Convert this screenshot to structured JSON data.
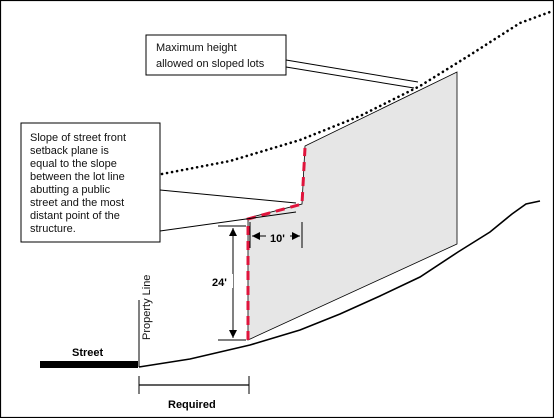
{
  "labels": {
    "max_height_line1": "Maximum height",
    "max_height_line2": "allowed on sloped lots",
    "slope_note": [
      "Slope of street front",
      "setback plane is",
      "equal to the slope",
      "between the lot line",
      "abutting a public",
      "street and the most",
      "distant point of the",
      "structure."
    ],
    "dim_10": "10'",
    "dim_24": "24'",
    "street": "Street",
    "property_line": "Property  Line",
    "required": "Required"
  },
  "colors": {
    "building_fill": "#e6e6e6",
    "setback_dash": "#e0143c",
    "line": "#000000"
  }
}
